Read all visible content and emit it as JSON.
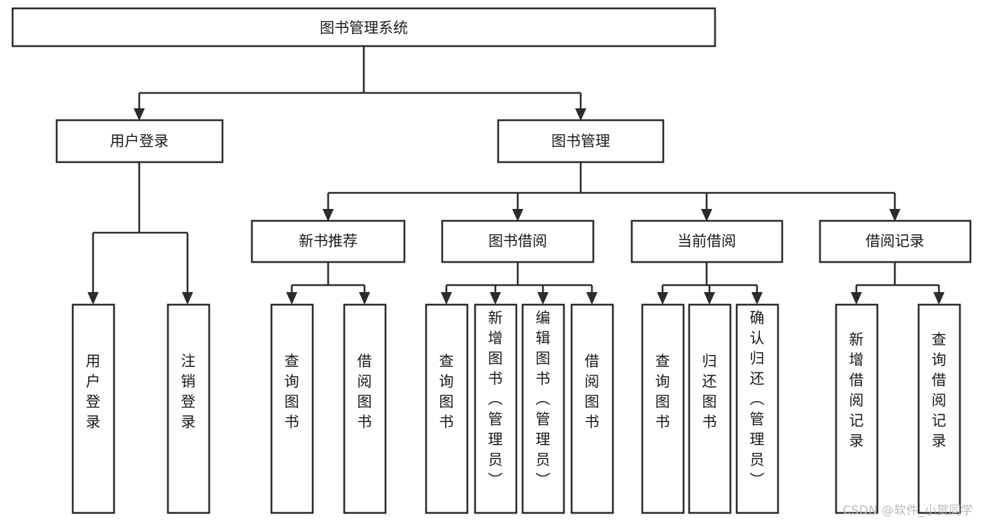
{
  "diagram": {
    "type": "tree-hierarchy",
    "title": "图书管理系统",
    "watermark": "CSDN @软件_小贺同学",
    "colors": {
      "box_stroke": "#2b2b2b",
      "box_fill": "#ffffff",
      "text": "#1a1a1a",
      "watermark": "#b9b9b9",
      "background": "#ffffff"
    },
    "root": {
      "label": "图书管理系统",
      "orientation": "horizontal"
    },
    "level2": [
      {
        "label": "用户登录",
        "orientation": "horizontal"
      },
      {
        "label": "图书管理",
        "orientation": "horizontal"
      }
    ],
    "level3": [
      {
        "label": "新书推荐",
        "orientation": "horizontal",
        "parent": "图书管理"
      },
      {
        "label": "图书借阅",
        "orientation": "horizontal",
        "parent": "图书管理"
      },
      {
        "label": "当前借阅",
        "orientation": "horizontal",
        "parent": "图书管理"
      },
      {
        "label": "借阅记录",
        "orientation": "horizontal",
        "parent": "图书管理"
      }
    ],
    "leaves": [
      {
        "label": "用户登录",
        "orientation": "vertical",
        "parent": "用户登录"
      },
      {
        "label": "注销登录",
        "orientation": "vertical",
        "parent": "用户登录"
      },
      {
        "label": "查询图书",
        "orientation": "vertical",
        "parent": "新书推荐"
      },
      {
        "label": "借阅图书",
        "orientation": "vertical",
        "parent": "新书推荐"
      },
      {
        "label": "查询图书",
        "orientation": "vertical",
        "parent": "图书借阅"
      },
      {
        "label": "新增图书（管理员）",
        "orientation": "vertical",
        "parent": "图书借阅"
      },
      {
        "label": "编辑图书（管理员）",
        "orientation": "vertical",
        "parent": "图书借阅"
      },
      {
        "label": "借阅图书",
        "orientation": "vertical",
        "parent": "图书借阅"
      },
      {
        "label": "查询图书",
        "orientation": "vertical",
        "parent": "当前借阅"
      },
      {
        "label": "归还图书",
        "orientation": "vertical",
        "parent": "当前借阅"
      },
      {
        "label": "确认归还（管理员）",
        "orientation": "vertical",
        "parent": "当前借阅"
      },
      {
        "label": "新增借阅记录",
        "orientation": "vertical",
        "parent": "借阅记录"
      },
      {
        "label": "查询借阅记录",
        "orientation": "vertical",
        "parent": "借阅记录"
      }
    ]
  }
}
